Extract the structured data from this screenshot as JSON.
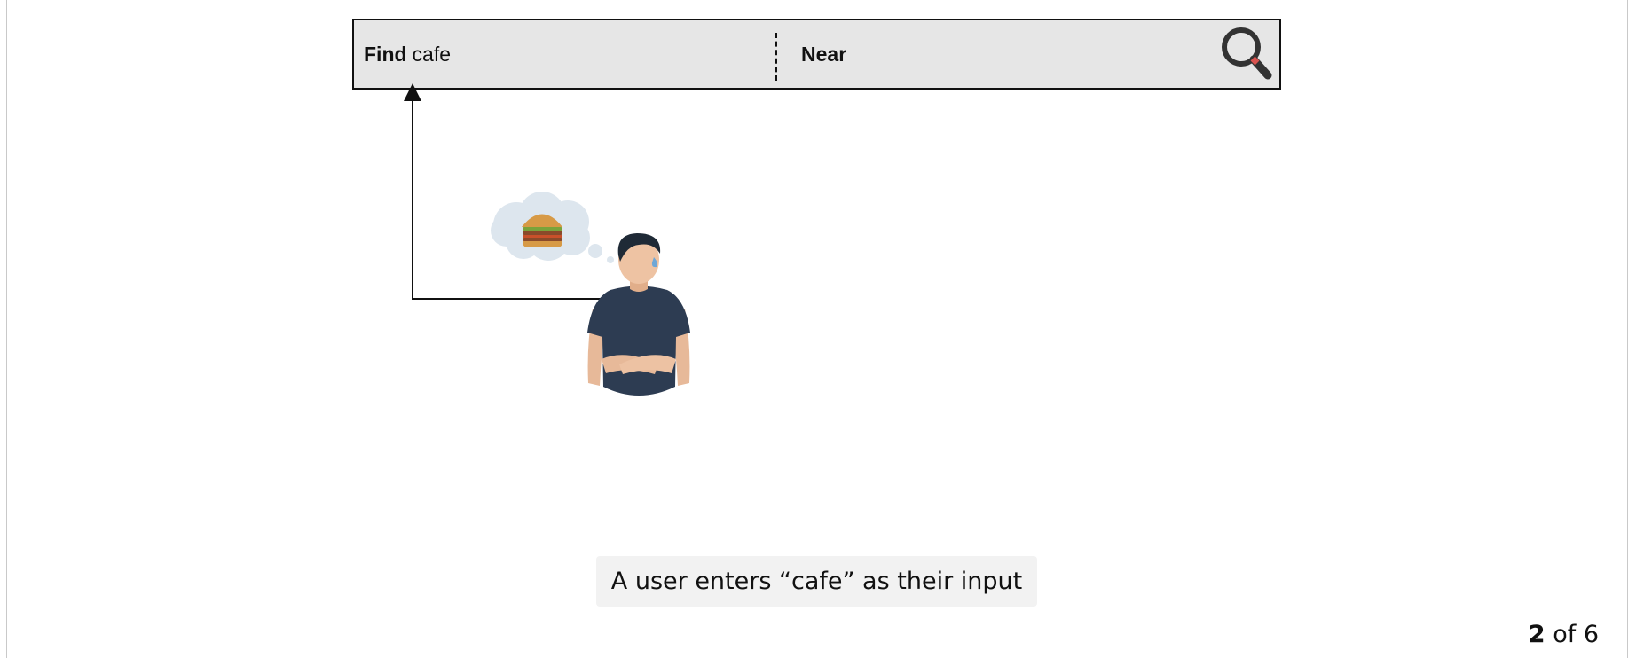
{
  "search_bar": {
    "find_label": "Find",
    "find_value": "cafe",
    "near_label": "Near",
    "search_icon": "magnifier-icon"
  },
  "illustration": {
    "person": "person-icon",
    "thought": "thought-bubble-icon",
    "food": "burger-icon"
  },
  "caption": "A user enters “cafe” as their input",
  "pager": {
    "current": "2",
    "separator": "of",
    "total": "6"
  }
}
